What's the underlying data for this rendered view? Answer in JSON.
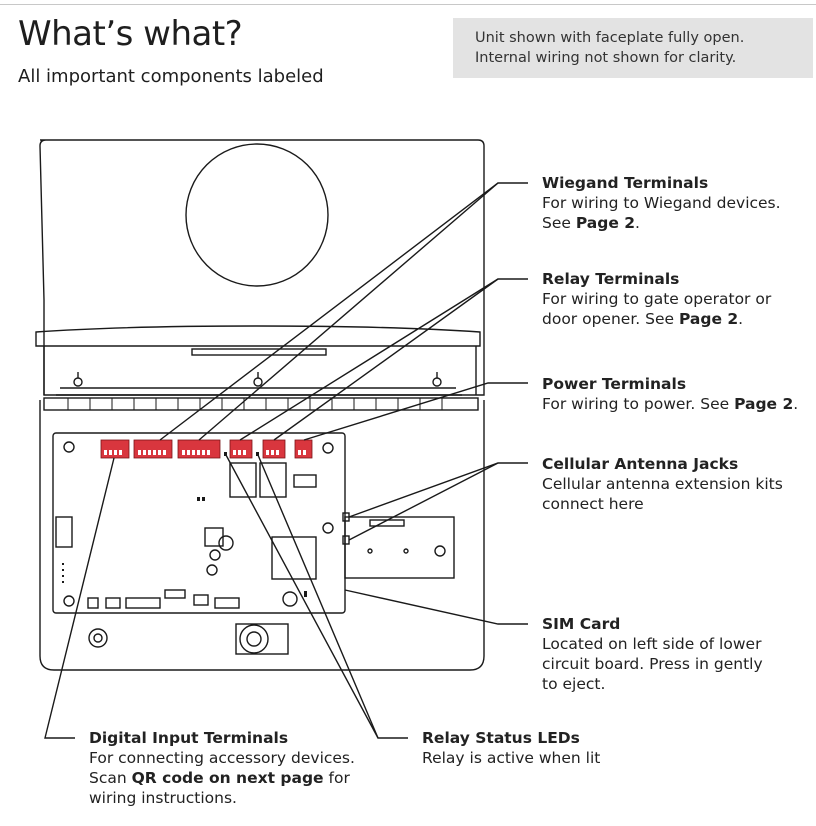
{
  "header": {
    "title": "What’s what?",
    "subtitle": "All important components labeled"
  },
  "note": {
    "line1": "Unit shown with faceplate fully open.",
    "line2": "Internal wiring not shown for clarity."
  },
  "callouts": {
    "wiegand": {
      "title": "Wiegand Terminals",
      "line1": "For wiring to Wiegand devices.",
      "line2_pre": "See ",
      "line2_bold": "Page 2",
      "line2_post": "."
    },
    "relay": {
      "title": "Relay Terminals",
      "line1": "For wiring to gate operator or",
      "line2_pre": "door opener. See ",
      "line2_bold": "Page 2",
      "line2_post": "."
    },
    "power": {
      "title": "Power Terminals",
      "line1_pre": "For wiring to power. See ",
      "line1_bold": "Page 2",
      "line1_post": "."
    },
    "antenna": {
      "title": "Cellular Antenna Jacks",
      "line1": "Cellular antenna extension kits",
      "line2": "connect here"
    },
    "sim": {
      "title": "SIM Card",
      "line1": "Located on left side of lower",
      "line2": "circuit board. Press in gently",
      "line3": "to eject."
    },
    "digital": {
      "title": "Digital Input Terminals",
      "line1": "For connecting accessory devices.",
      "line2_pre": "Scan ",
      "line2_bold": "QR code on next page",
      "line2_post": " for",
      "line3": "wiring instructions."
    },
    "leds": {
      "title": "Relay Status LEDs",
      "line1": "Relay is active when lit"
    }
  },
  "colors": {
    "terminal_red": "#d9363e",
    "outline": "#1a1a1a",
    "note_bg": "#e3e3e3"
  }
}
